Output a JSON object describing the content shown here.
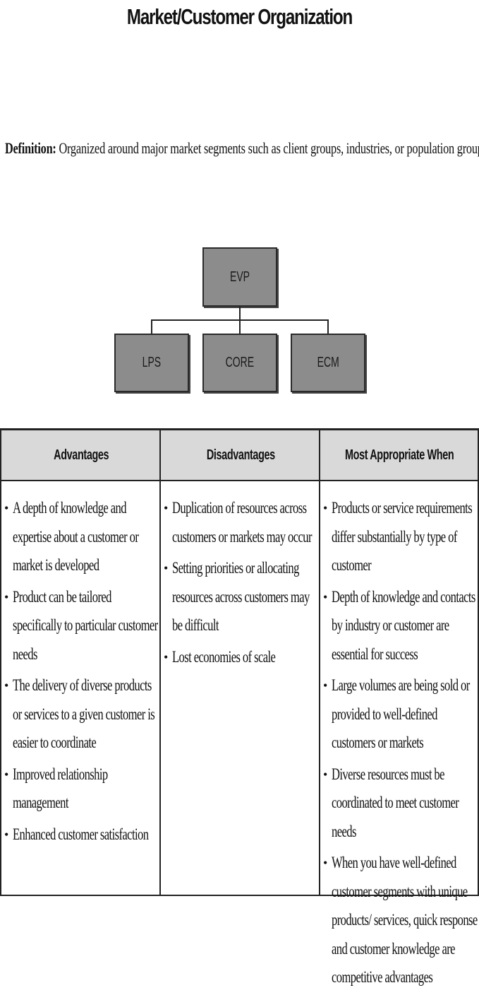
{
  "title": "Market/Customer Organization",
  "definition": {
    "label": "Definition:",
    "text": "Organized around major market segments such as client groups, industries, or population groups"
  },
  "org_chart": {
    "top": "EVP",
    "children": [
      "LPS",
      "CORE",
      "ECM"
    ]
  },
  "table": {
    "headers": [
      "Advantages",
      "Disadvantages",
      "Most Appropriate When"
    ],
    "advantages": [
      "A depth of knowledge and expertise about a customer or market is developed",
      "Product can be tailored specifically to particular customer needs",
      "The delivery of diverse products or services to a given customer is easier to coordinate",
      "Improved relationship management",
      "Enhanced customer satisfaction"
    ],
    "disadvantages": [
      "Duplication of resources across customers or markets may occur",
      "Setting priorities or allocating resources across customers may be difficult",
      "Lost economies of scale"
    ],
    "most_appropriate": [
      "Products or service requirements differ substantially by type of customer",
      "Depth of knowledge and contacts by industry or customer are essential for success",
      "Large volumes are being sold or provided to well-defined customers or markets",
      "Diverse resources must be coordinated to meet customer needs",
      "When you have well-defined customer segments with unique products/ services, quick response and customer knowledge are competitive advantages"
    ]
  }
}
